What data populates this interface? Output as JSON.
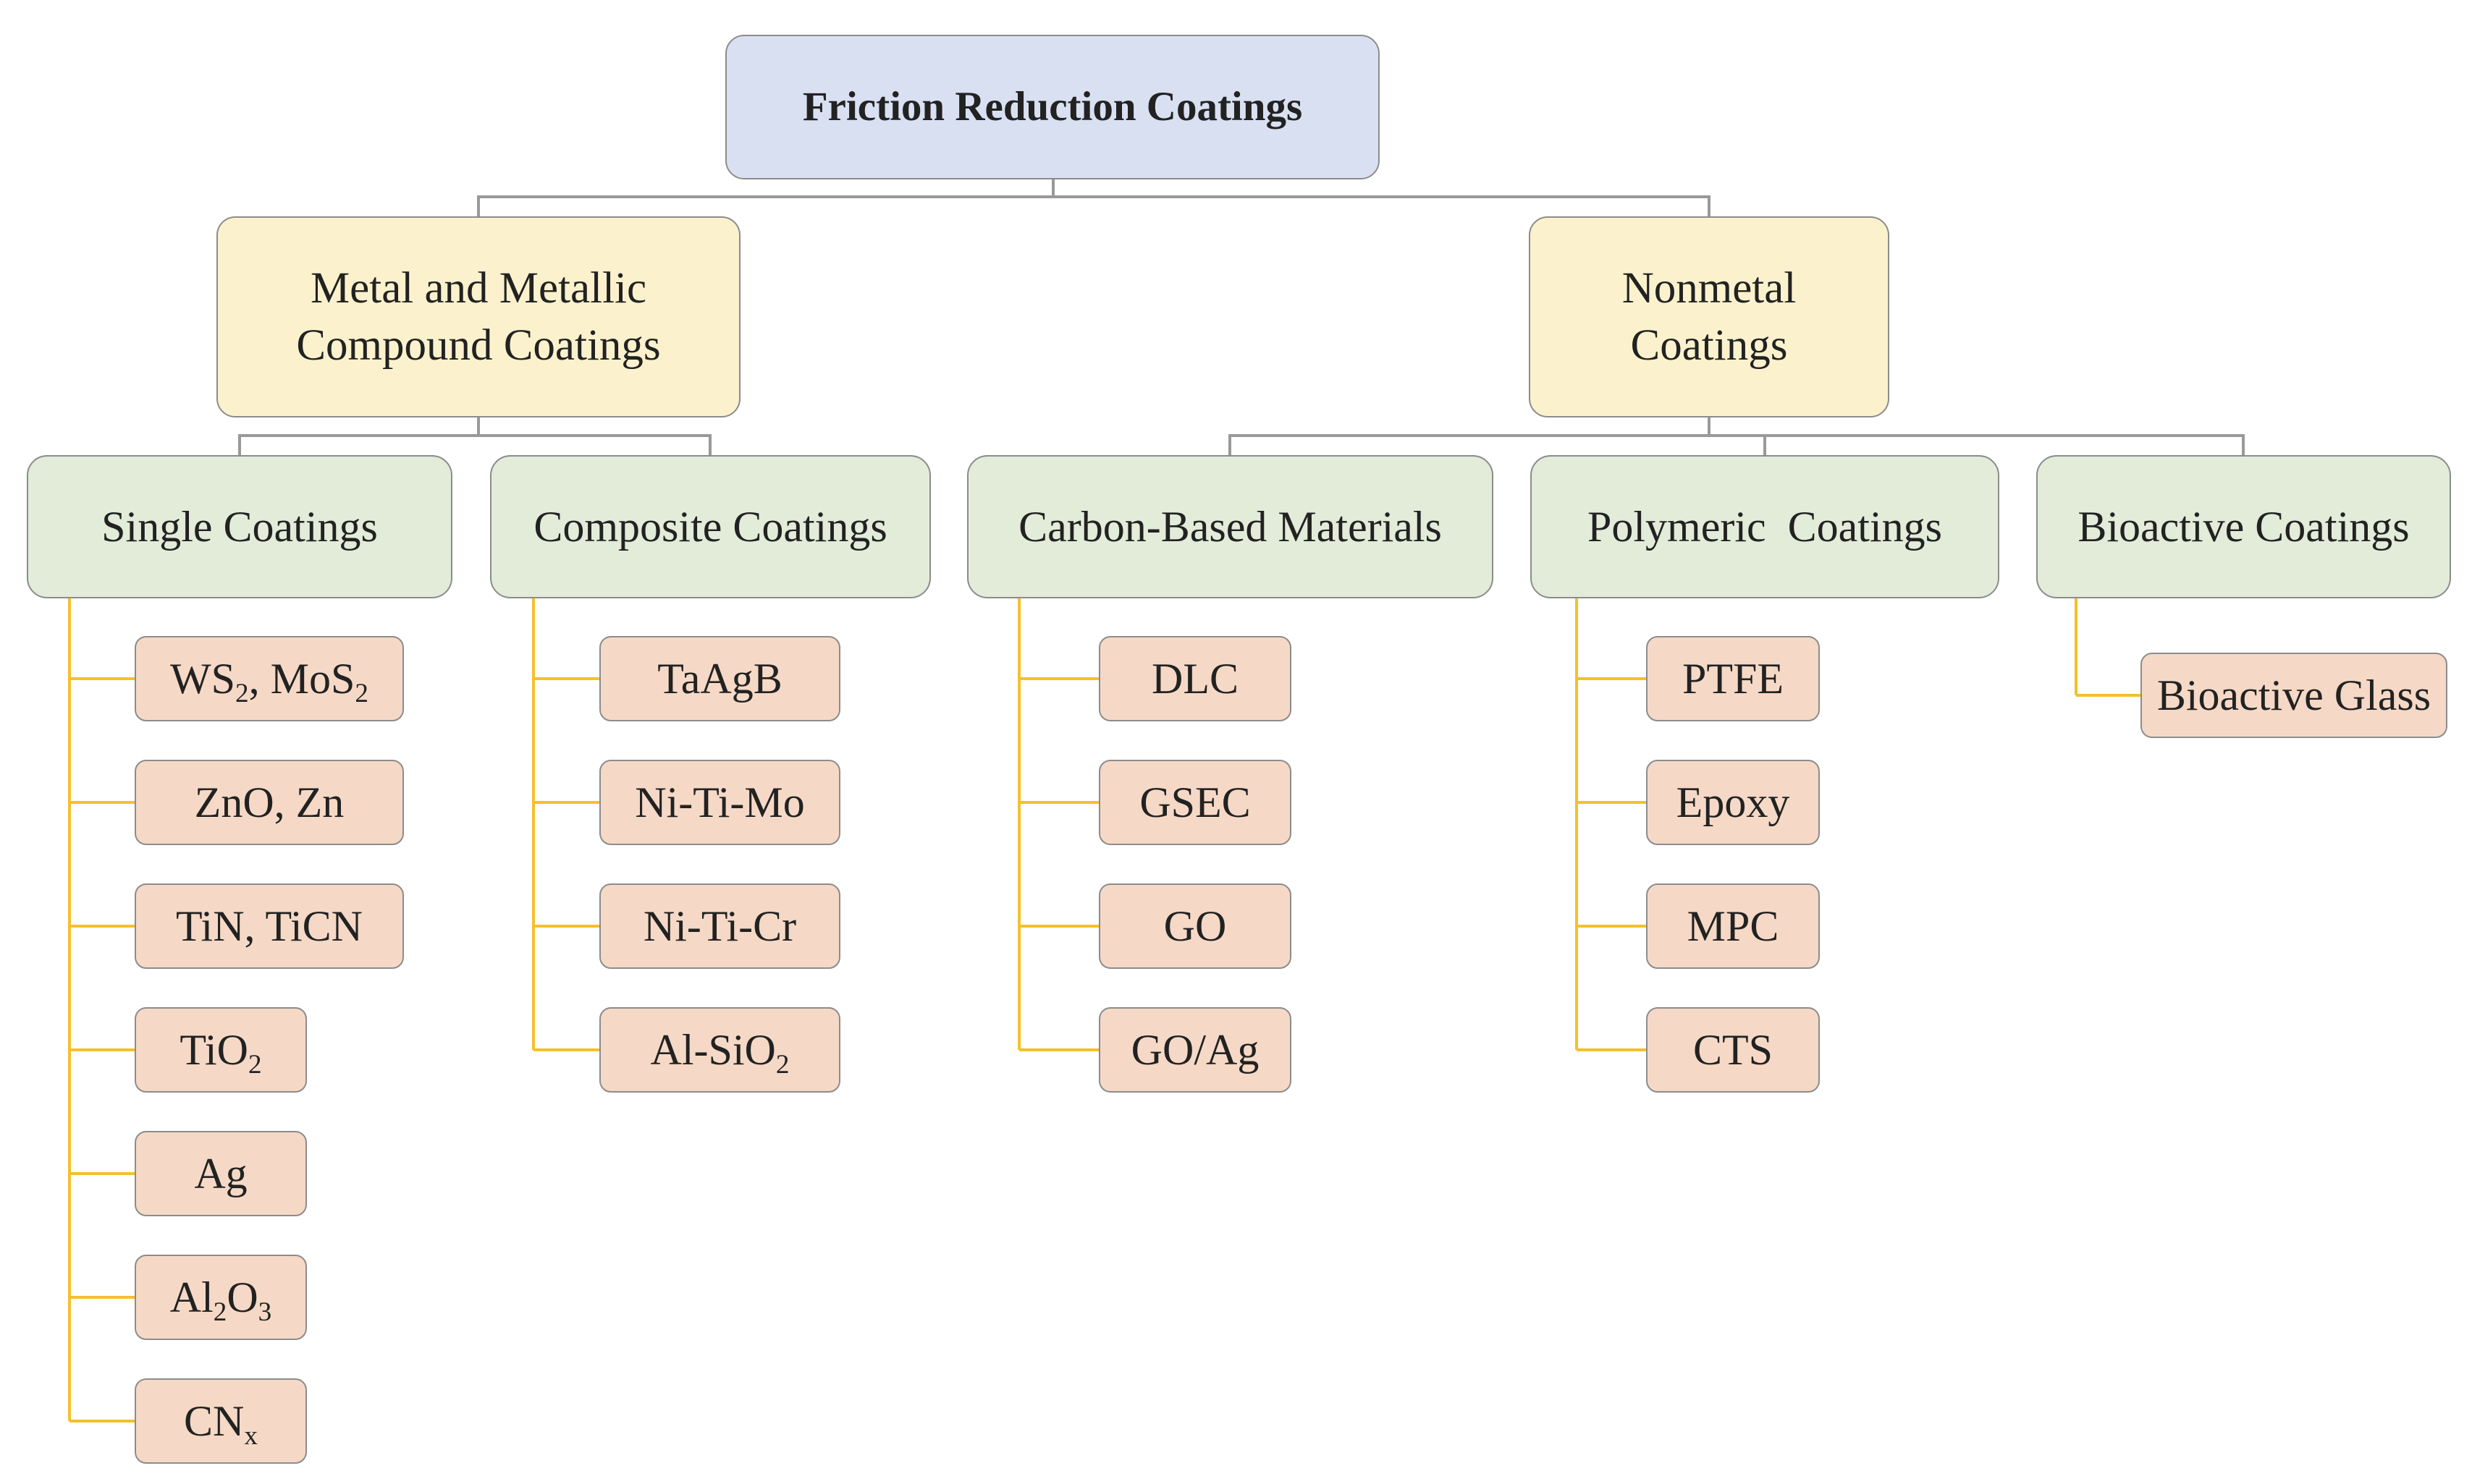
{
  "root": {
    "label": "Friction Reduction Coatings"
  },
  "groups": [
    {
      "lines": [
        "Metal and Metallic",
        "Compound Coatings"
      ]
    },
    {
      "lines": [
        "Nonmetal",
        "Coatings"
      ]
    }
  ],
  "subcategories": [
    {
      "label": "Single Coatings"
    },
    {
      "label": "Composite Coatings"
    },
    {
      "label": "Carbon-Based Materials"
    },
    {
      "label": "Polymeric  Coatings"
    },
    {
      "label": "Bioactive Coatings"
    }
  ],
  "leaves": {
    "single": [
      {
        "label": "WS₂, MoS₂",
        "parts": [
          {
            "t": "WS"
          },
          {
            "s": "2"
          },
          {
            "t": ", MoS"
          },
          {
            "s": "2"
          }
        ]
      },
      {
        "label": "ZnO, Zn",
        "parts": [
          {
            "t": "ZnO, Zn"
          }
        ]
      },
      {
        "label": "TiN, TiCN",
        "parts": [
          {
            "t": "TiN, TiCN"
          }
        ]
      },
      {
        "label": "TiO₂",
        "parts": [
          {
            "t": "TiO"
          },
          {
            "s": "2"
          }
        ]
      },
      {
        "label": "Ag",
        "parts": [
          {
            "t": "Ag"
          }
        ]
      },
      {
        "label": "Al₂O₃",
        "parts": [
          {
            "t": "Al"
          },
          {
            "s": "2"
          },
          {
            "t": "O"
          },
          {
            "s": "3"
          }
        ]
      },
      {
        "label": "CNₓ",
        "parts": [
          {
            "t": "CN"
          },
          {
            "s": "x"
          }
        ]
      }
    ],
    "composite": [
      {
        "label": "TaAgB",
        "parts": [
          {
            "t": "TaAgB"
          }
        ]
      },
      {
        "label": "Ni-Ti-Mo",
        "parts": [
          {
            "t": "Ni-Ti-Mo"
          }
        ]
      },
      {
        "label": "Ni-Ti-Cr",
        "parts": [
          {
            "t": "Ni-Ti-Cr"
          }
        ]
      },
      {
        "label": "Al-SiO₂",
        "parts": [
          {
            "t": "Al-SiO"
          },
          {
            "s": "2"
          }
        ]
      }
    ],
    "carbon": [
      {
        "label": "DLC",
        "parts": [
          {
            "t": "DLC"
          }
        ]
      },
      {
        "label": "GSEC",
        "parts": [
          {
            "t": "GSEC"
          }
        ]
      },
      {
        "label": "GO",
        "parts": [
          {
            "t": "GO"
          }
        ]
      },
      {
        "label": "GO/Ag",
        "parts": [
          {
            "t": "GO/Ag"
          }
        ]
      }
    ],
    "polymeric": [
      {
        "label": "PTFE",
        "parts": [
          {
            "t": "PTFE"
          }
        ]
      },
      {
        "label": "Epoxy",
        "parts": [
          {
            "t": "Epoxy"
          }
        ]
      },
      {
        "label": "MPC",
        "parts": [
          {
            "t": "MPC"
          }
        ]
      },
      {
        "label": "CTS",
        "parts": [
          {
            "t": "CTS"
          }
        ]
      }
    ],
    "bioactive": [
      {
        "label": "Bioactive Glass",
        "parts": [
          {
            "t": "Bioactive Glass"
          }
        ]
      }
    ]
  },
  "colors": {
    "root_fill": "#d9e0f2",
    "group_fill": "#fbf2cd",
    "subcategory_fill": "#e2ecd9",
    "leaf_fill": "#f5d9c6",
    "border": "#8c8c8c",
    "tree_connector": "#999999",
    "leaf_connector": "#f5c02a"
  }
}
